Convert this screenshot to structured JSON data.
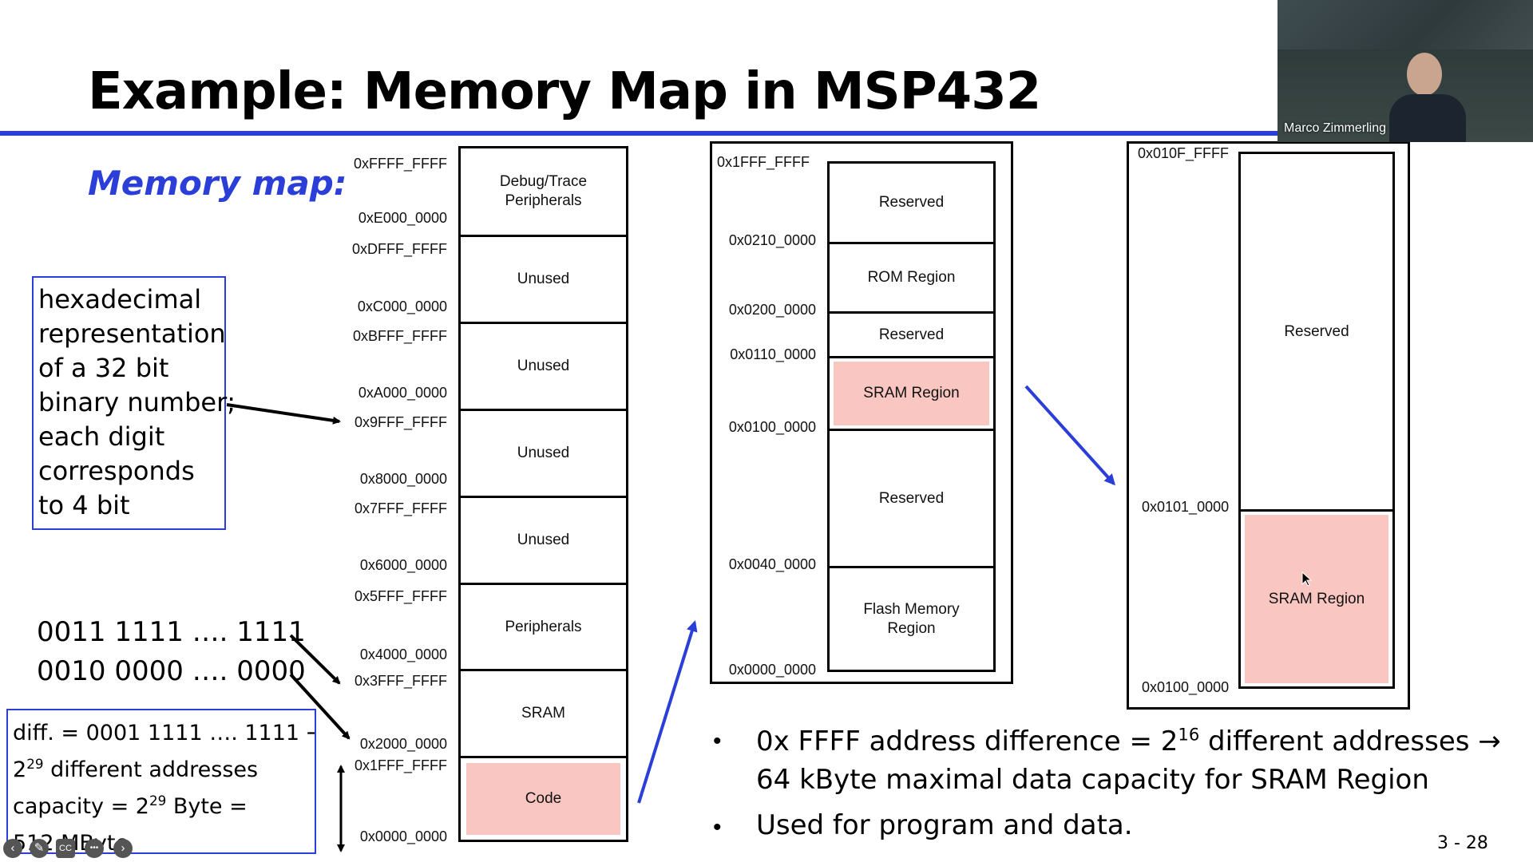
{
  "slide": {
    "title": "Example: Memory Map in MSP432",
    "heading": "Memory map:",
    "page_number": "3 - 28"
  },
  "hex_note": {
    "lines": [
      "hexadecimal",
      "representation",
      "of a 32 bit",
      "binary number;",
      "each digit",
      "corresponds",
      "to 4 bit"
    ]
  },
  "binary": {
    "upper": "0011 1111 …. 1111",
    "lower": "0010 0000 …. 0000"
  },
  "diff_note": {
    "line1": "diff. = 0001 1111 …. 1111 →",
    "line2_base": "2",
    "line2_exp": "29",
    "line2_rest": " different addresses",
    "line3_pre": "capacity = 2",
    "line3_exp": "29",
    "line3_post": " Byte =",
    "line4": "512 MByte"
  },
  "main_map": {
    "regions": [
      "Debug/Trace Peripherals",
      "Unused",
      "Unused",
      "Unused",
      "Unused",
      "Peripherals",
      "SRAM",
      "Code"
    ],
    "addresses": [
      "0xFFFF_FFFF",
      "0xE000_0000",
      "0xDFFF_FFFF",
      "0xC000_0000",
      "0xBFFF_FFFF",
      "0xA000_0000",
      "0x9FFF_FFFF",
      "0x8000_0000",
      "0x7FFF_FFFF",
      "0x6000_0000",
      "0x5FFF_FFFF",
      "0x4000_0000",
      "0x3FFF_FFFF",
      "0x2000_0000",
      "0x1FFF_FFFF",
      "0x0000_0000"
    ]
  },
  "code_map": {
    "regions": [
      "Reserved",
      "ROM Region",
      "Reserved",
      "SRAM Region",
      "Reserved",
      "Flash Memory Region"
    ],
    "addresses": [
      "0x1FFF_FFFF",
      "0x0210_0000",
      "0x0200_0000",
      "0x0110_0000",
      "0x0100_0000",
      "0x0040_0000",
      "0x0000_0000"
    ]
  },
  "sram_map": {
    "regions": [
      "Reserved",
      "SRAM Region"
    ],
    "addresses": [
      "0x010F_FFFF",
      "0x0101_0000",
      "0x0100_0000"
    ]
  },
  "bullets": {
    "b1_line1_pre": "0x FFFF address difference = 2",
    "b1_exp": "16",
    "b1_line1_post": " different addresses →",
    "b1_line2": "64 kByte maximal data capacity for SRAM Region",
    "b2": "Used for program and data.",
    "dot": "•"
  },
  "webcam": {
    "name": "Marco Zimmerling"
  },
  "controls": {
    "icons": [
      "back-icon",
      "pen-icon",
      "captions-icon",
      "more-icon",
      "forward-icon"
    ],
    "glyphs": [
      "‹",
      "✎",
      "CC",
      "•••",
      "›"
    ]
  },
  "colors": {
    "accent_blue": "#2b3fd8",
    "region_pink": "#f9c6c1"
  }
}
